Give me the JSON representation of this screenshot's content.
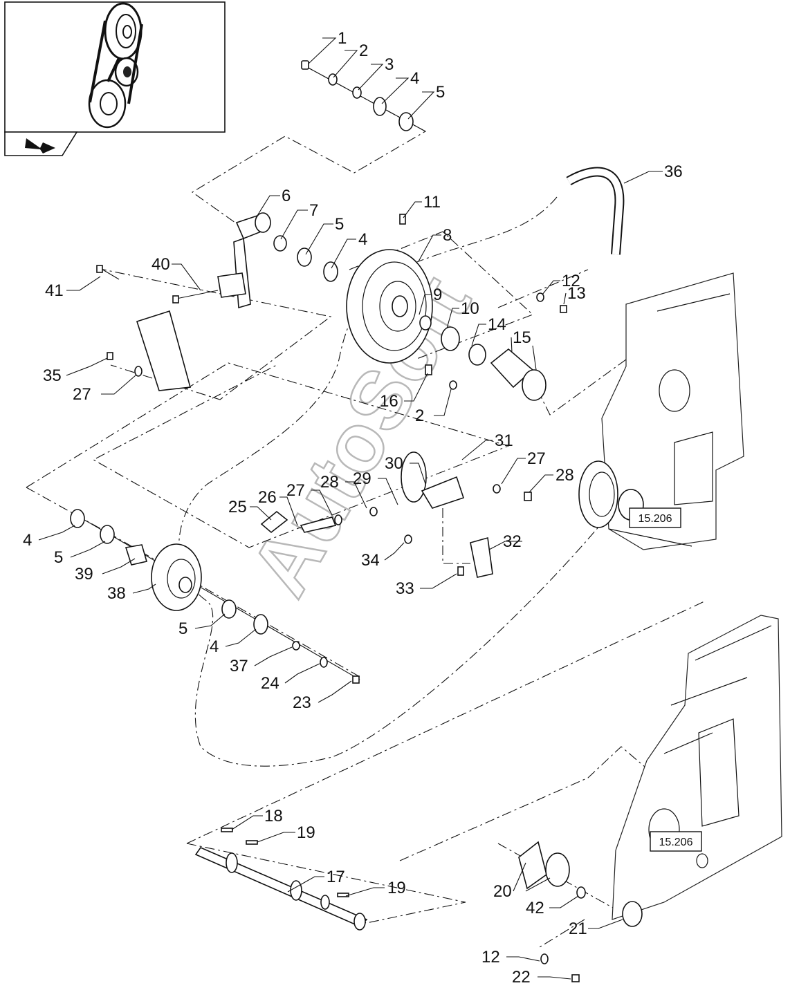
{
  "watermark": "AutoSoft",
  "ref_boxes": [
    "15.206",
    "15.206"
  ],
  "callouts": [
    "1",
    "2",
    "3",
    "4",
    "5",
    "36",
    "6",
    "7",
    "5",
    "4",
    "11",
    "8",
    "40",
    "41",
    "12",
    "13",
    "9",
    "10",
    "14",
    "15",
    "35",
    "27",
    "16",
    "2",
    "31",
    "30",
    "29",
    "28",
    "27",
    "26",
    "25",
    "27",
    "28",
    "4",
    "5",
    "39",
    "38",
    "34",
    "32",
    "33",
    "5",
    "4",
    "37",
    "24",
    "23",
    "18",
    "19",
    "17",
    "19",
    "20",
    "42",
    "21",
    "12",
    "22"
  ]
}
